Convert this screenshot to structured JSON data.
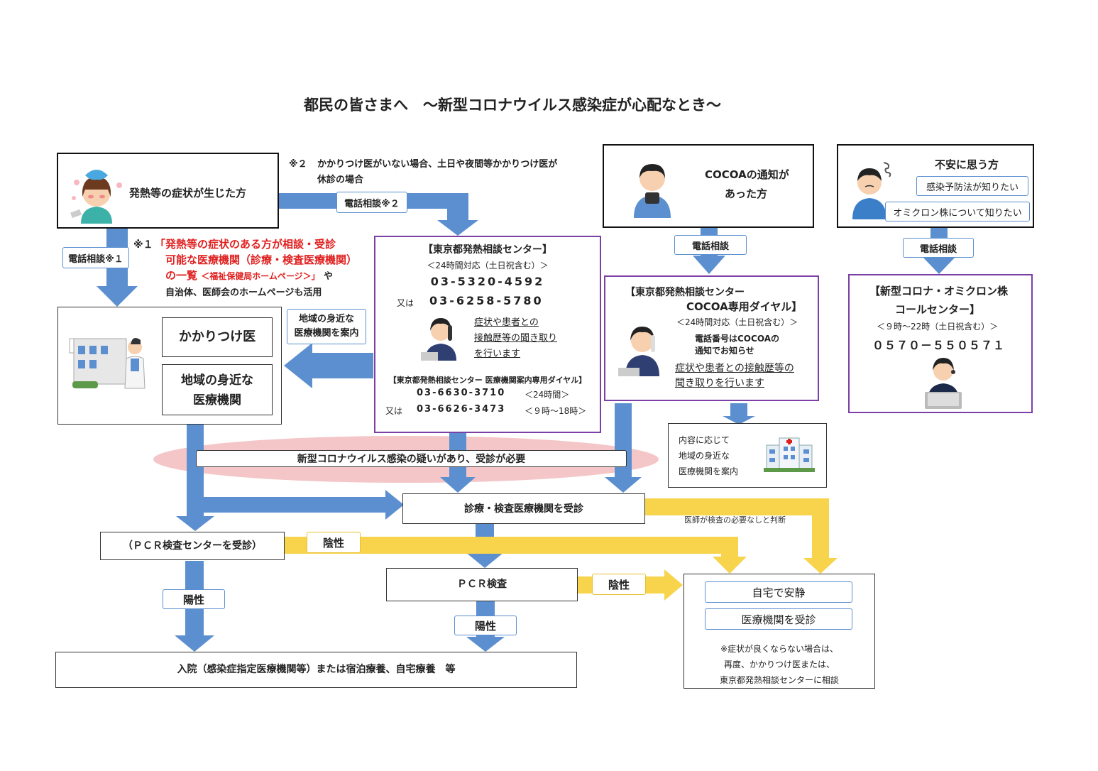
{
  "title": "都民の皆さまへ　～新型コロナウイルス感染症が心配なとき～",
  "fever_box": {
    "label": "発熱等の症状が生じた方"
  },
  "note2": {
    "mark": "※２",
    "line1": "かかりつけ医がいない場合、土日や夜間等かかりつけ医が",
    "line2": "休診の場合"
  },
  "phone_consult2": "電話相談※２",
  "phone_consult1": "電話相談※１",
  "note1": {
    "mark": "※１",
    "red1": "「発熱等の症状のある方が相談・受診",
    "red2": "可能な医療機関（診療・検査医療機関）",
    "red3a": "の一覧",
    "red3b": "＜福祉保健局ホームページ＞」",
    "tail3": "や",
    "line4": "自治体、医師会のホームページも活用"
  },
  "clinic_box": {
    "family_doctor": "かかりつけ医",
    "local1": "地域の身近な",
    "local2": "医療機関"
  },
  "guide_pill": {
    "line1": "地域の身近な",
    "line2": "医療機関を案内"
  },
  "fever_center": {
    "title": "【東京都発熱相談センター】",
    "hours": "＜24時間対応（土日祝含む）＞",
    "phone1": "03-5320-4592",
    "or": "又は",
    "phone2": "03-6258-5780",
    "desc1": "症状や患者との",
    "desc2": "接触歴等の聞き取り",
    "desc3": "を行います",
    "sub_title": "【東京都発熱相談センター 医療機関案内専用ダイヤル】",
    "sub_phone1": "03-6630-3710",
    "sub_hours1": "＜24時間＞",
    "sub_or": "又は",
    "sub_phone2": "03-6626-3473",
    "sub_hours2": "＜９時～18時＞"
  },
  "cocoa_person": {
    "line1": "COCOAの通知が",
    "line2": "あった方"
  },
  "phone_consult": "電話相談",
  "cocoa_center": {
    "title1": "【東京都発熱相談センター",
    "title2": "COCOA専用ダイヤル】",
    "hours": "＜24時間対応（土日祝含む）＞",
    "phone1": "電話番号はCOCOAの",
    "phone2": "通知でお知らせ",
    "desc1": "症状や患者との接触歴等の",
    "desc2": "聞き取りを行います"
  },
  "cocoa_guide": {
    "line1": "内容に応じて",
    "line2": "地域の身近な",
    "line3": "医療機関を案内"
  },
  "anxious": {
    "title": "不安に思う方",
    "opt1": "感染予防法が知りたい",
    "opt2": "オミクロン株について知りたい"
  },
  "omicron_center": {
    "title1": "【新型コロナ・オミクロン株",
    "title2": "コールセンター】",
    "hours": "＜９時～22時（土日祝含む）＞",
    "phone": "０５７０－５５０５７１"
  },
  "suspect_bar": "新型コロナウイルス感染の疑いがあり、受診が必要",
  "visit_box": "診療・検査医療機関を受診",
  "doctor_judge": "医師が検査の必要なしと判断",
  "pcr_center": "（ＰＣＲ検査センターを受診）",
  "negative": "陰性",
  "positive": "陽性",
  "pcr_test": "ＰＣＲ検査",
  "result_box": {
    "opt1": "自宅で安静",
    "opt2": "医療機関を受診",
    "note1": "※症状が良くならない場合は、",
    "note2": "再度、かかりつけ医または、",
    "note3": "東京都発熱相談センターに相談"
  },
  "hospital_box": "入院（感染症指定医療機関等）または宿泊療養、自宅療養　等",
  "colors": {
    "blue_arrow": "#5b8fd0",
    "yellow_arrow": "#f7d44c",
    "purple_border": "#7b3fa5",
    "red_text": "#e02020",
    "pink_ellipse": "#f4c6c8"
  }
}
